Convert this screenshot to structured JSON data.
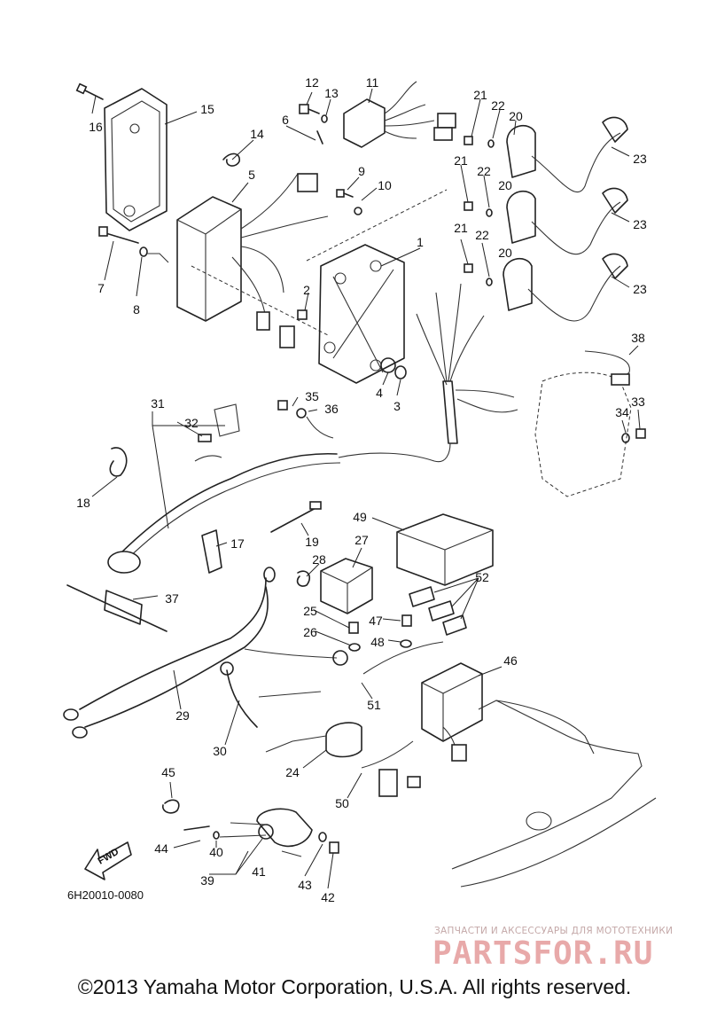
{
  "diagram": {
    "code": "6H20010-0080",
    "fwd_label": "FWD",
    "callouts": [
      "1",
      "2",
      "3",
      "4",
      "5",
      "6",
      "7",
      "8",
      "9",
      "10",
      "11",
      "12",
      "13",
      "14",
      "15",
      "16",
      "17",
      "18",
      "19",
      "20",
      "20",
      "20",
      "21",
      "21",
      "21",
      "22",
      "22",
      "22",
      "23",
      "23",
      "23",
      "24",
      "25",
      "26",
      "27",
      "28",
      "29",
      "30",
      "31",
      "32",
      "33",
      "34",
      "35",
      "36",
      "37",
      "38",
      "39",
      "40",
      "41",
      "42",
      "43",
      "44",
      "45",
      "46",
      "47",
      "48",
      "49",
      "50",
      "51",
      "52"
    ]
  },
  "watermark": {
    "caption": "ЗАПЧАСТИ И АКСЕССУАРЫ ДЛЯ МОТОТЕХНИКИ",
    "logo": "PARTSFOR.RU"
  },
  "footer": {
    "copyright": "©2013 Yamaha Motor Corporation, U.S.A. All rights reserved."
  }
}
